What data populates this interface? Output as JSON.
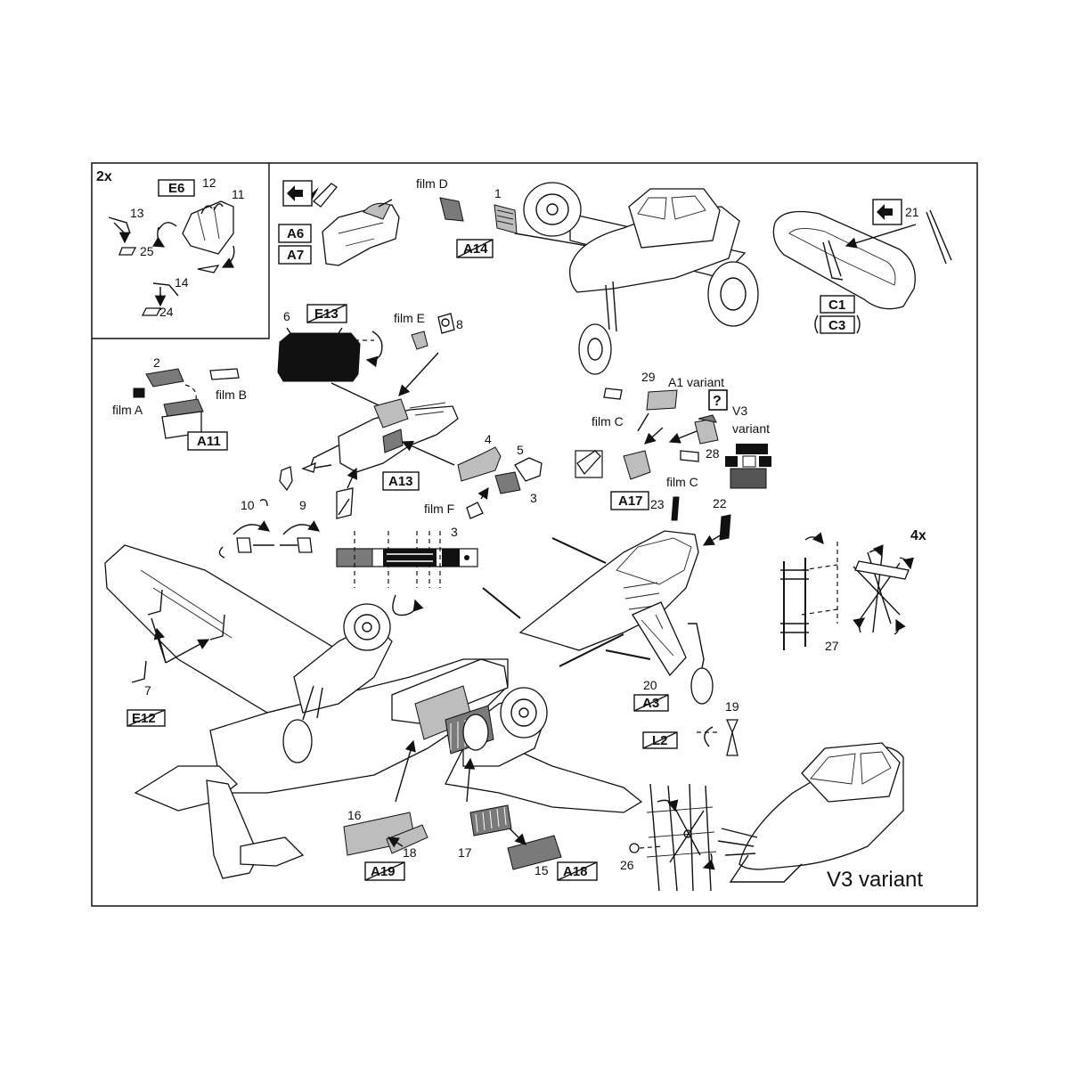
{
  "labels": {
    "qty_2x": "2x",
    "qty_4x": "4x",
    "film_a": "film A",
    "film_b": "film B",
    "film_c_1": "film C",
    "film_c_2": "film C",
    "film_d": "film D",
    "film_e": "film E",
    "film_f": "film F",
    "a1_variant": "A1 variant",
    "v3": "V3",
    "variant": "variant",
    "v3_variant_big": "V3 variant",
    "question": "?"
  },
  "numbers": {
    "n1": "1",
    "n2": "2",
    "n3a": "3",
    "n3b": "3",
    "n4": "4",
    "n5": "5",
    "n6": "6",
    "n7": "7",
    "n8": "8",
    "n9": "9",
    "n10": "10",
    "n11": "11",
    "n12": "12",
    "n13": "13",
    "n14": "14",
    "n15": "15",
    "n16": "16",
    "n17": "17",
    "n18": "18",
    "n19": "19",
    "n20": "20",
    "n21": "21",
    "n22": "22",
    "n23": "23",
    "n24": "24",
    "n25": "25",
    "n26": "26",
    "n27": "27",
    "n28": "28",
    "n29": "29"
  },
  "boxes": {
    "E6": "E6",
    "A6": "A6",
    "A7": "A7",
    "A14": "A14",
    "C1": "C1",
    "C3": "C3",
    "E13": "E13",
    "A11": "A11",
    "A13": "A13",
    "A17": "A17",
    "E12": "E12",
    "A3": "A3",
    "L2": "L2",
    "A19": "A19",
    "A18": "A18"
  },
  "icons": [
    "bend-fold-icon",
    "paint-brush-icon",
    "rotate-arrow-icon",
    "remove-part-icon"
  ]
}
